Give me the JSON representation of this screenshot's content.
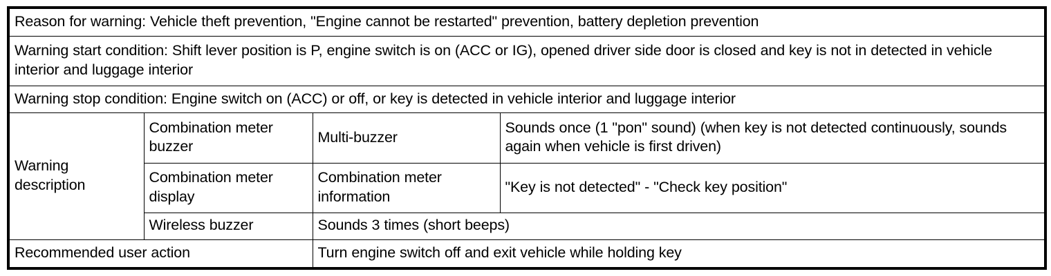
{
  "table": {
    "rows": {
      "reason": {
        "text": "Reason for warning: Vehicle theft prevention, \"Engine cannot be restarted\" prevention, battery depletion prevention"
      },
      "start_condition": {
        "text": "Warning start condition: Shift lever position is P, engine switch is on (ACC or IG), opened driver side door is closed and key is not in detected in vehicle interior and luggage interior"
      },
      "stop_condition": {
        "text": "Warning stop condition: Engine switch on (ACC) or off, or key is detected in vehicle interior and luggage interior"
      },
      "warning_description": {
        "label": "Warning description",
        "items": [
          {
            "device": "Combination meter buzzer",
            "kind": "Multi-buzzer",
            "behavior": "Sounds once (1 \"pon\" sound) (when key is not detected continuously, sounds again when vehicle is first driven)"
          },
          {
            "device": "Combination meter display",
            "kind": "Combination meter information",
            "behavior": "\"Key is not detected\" - \"Check key position\""
          },
          {
            "device": "Wireless buzzer",
            "behavior_merged": "Sounds 3 times (short beeps)"
          }
        ]
      },
      "recommended_action": {
        "label": "Recommended user action",
        "text": "Turn engine switch off and exit vehicle while holding key"
      }
    }
  },
  "colors": {
    "border": "#000000",
    "text": "#000000",
    "background": "#ffffff"
  }
}
